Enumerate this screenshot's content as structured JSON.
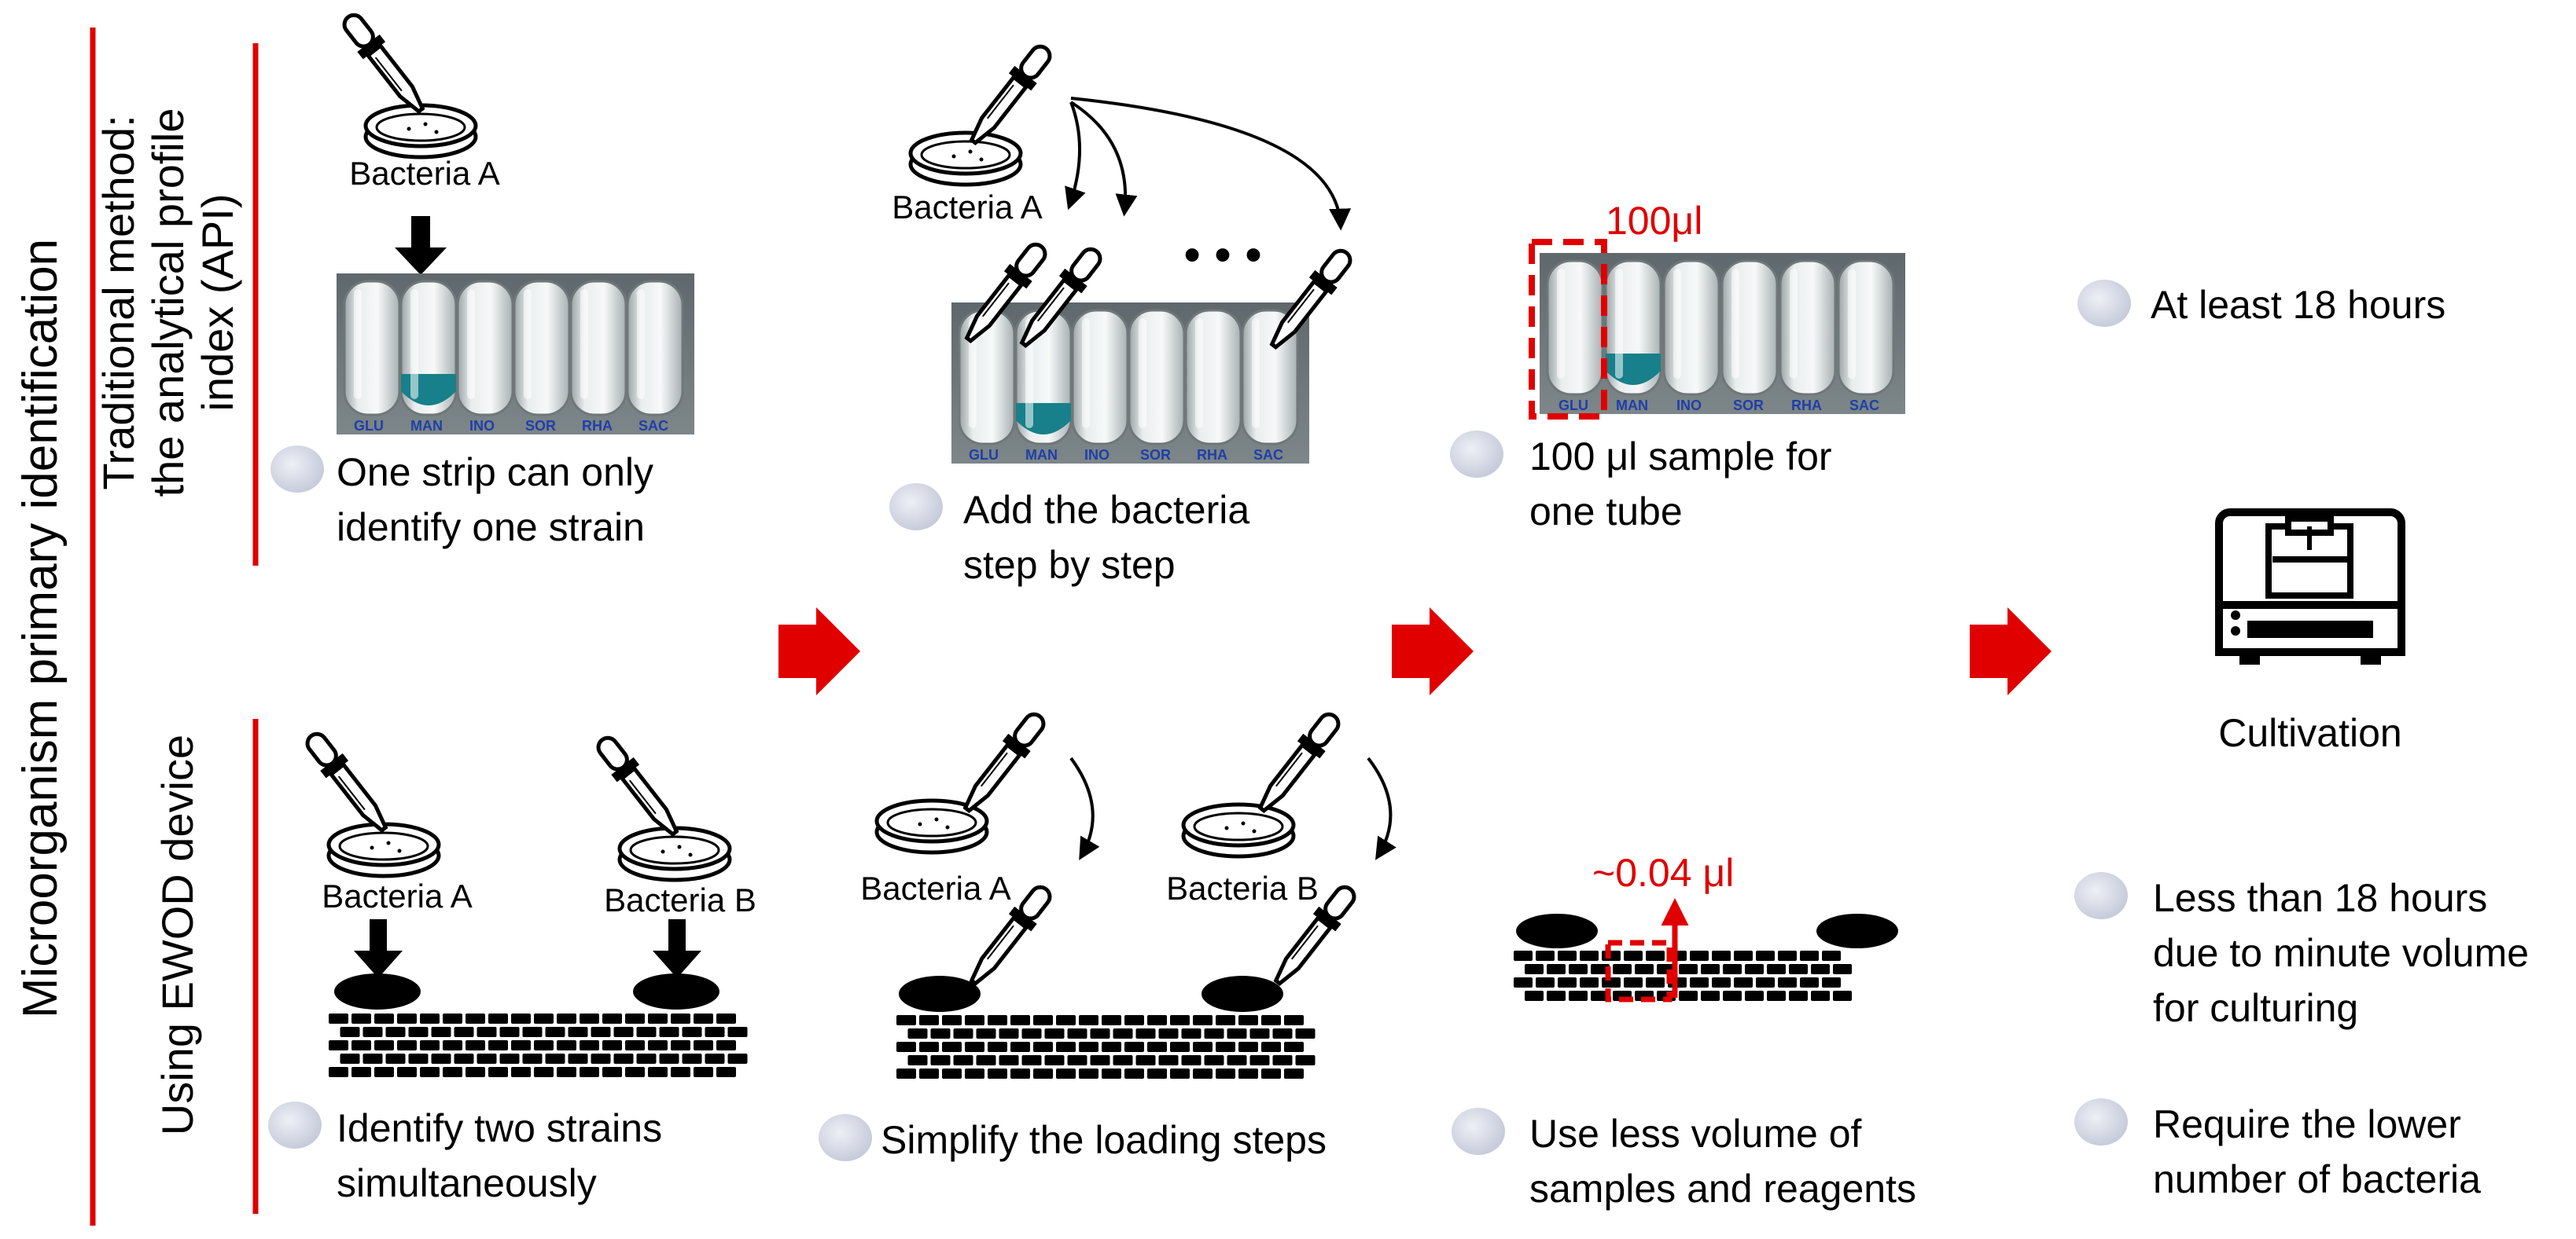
{
  "colors": {
    "accent_red": "#e00000",
    "bullet": "#d5d9e6",
    "tube_blue": "#17808a"
  },
  "title_vertical": "Microorganism primary identification",
  "rows": {
    "traditional": {
      "label_lines": [
        "Traditional method:",
        "the analytical profile",
        "index (API)"
      ]
    },
    "ewod": {
      "label": "Using EWOD device"
    }
  },
  "traditional": {
    "step1": {
      "dish_label": "Bacteria A",
      "caption": [
        "One strip can only",
        "identify one strain"
      ]
    },
    "step2": {
      "dish_label": "Bacteria A",
      "ellipsis": "• • •",
      "caption": [
        "Add the bacteria",
        "step by step"
      ]
    },
    "step3": {
      "volume_label": "100μl",
      "caption": [
        "100 μl sample for",
        "one tube"
      ]
    },
    "strip_labels": [
      "GLU",
      "MAN",
      "INO",
      "SOR",
      "RHA",
      "SAC"
    ]
  },
  "ewod": {
    "step1": {
      "dish_a": "Bacteria A",
      "dish_b": "Bacteria B",
      "caption": [
        "Identify two strains",
        "simultaneously"
      ]
    },
    "step2": {
      "dish_a": "Bacteria A",
      "dish_b": "Bacteria B",
      "caption": [
        "Simplify the loading steps"
      ]
    },
    "step3": {
      "volume_label": "~0.04 μl",
      "caption": [
        "Use less volume of",
        "samples and reagents"
      ]
    }
  },
  "result": {
    "traditional_time": "At least 18 hours",
    "icon_label": "Cultivation",
    "ewod_points": [
      [
        "Less than 18 hours",
        "due to minute volume",
        "for culturing"
      ],
      [
        "Require the lower",
        "number of bacteria"
      ]
    ]
  }
}
